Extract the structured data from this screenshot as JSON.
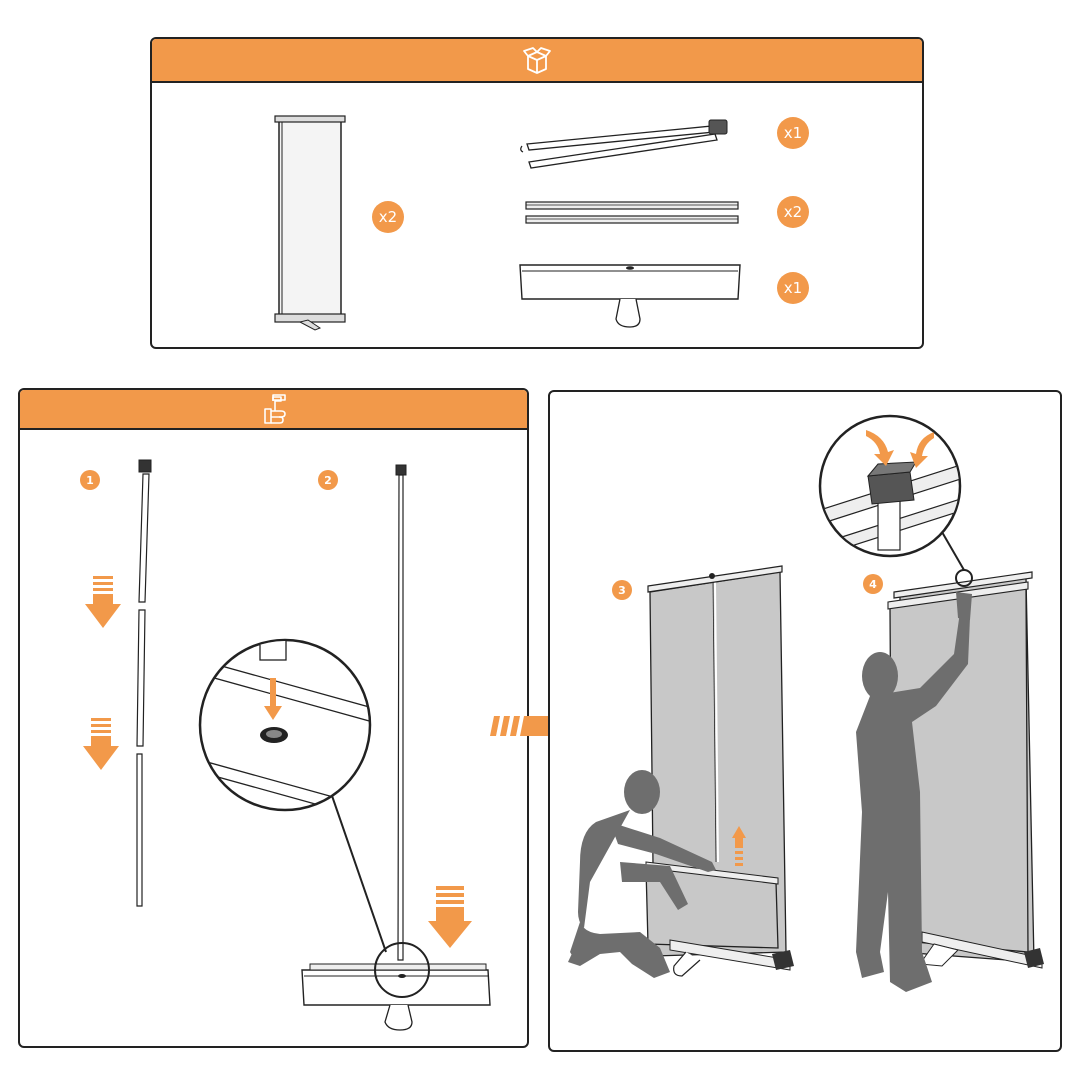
{
  "colors": {
    "accent": "#f2994a",
    "outline": "#222222",
    "banner_fill": "#c8c8c8",
    "figure_fill": "#6e6e6e"
  },
  "package_contents": {
    "header_icon": "box-icon",
    "items": [
      {
        "name": "banner-stand",
        "qty": "x2"
      },
      {
        "name": "folding-pole",
        "qty": "x1"
      },
      {
        "name": "rails",
        "qty": "x2"
      },
      {
        "name": "base",
        "qty": "x1"
      }
    ]
  },
  "assembly": {
    "header_icon": "hand-tool-icon",
    "steps": [
      "1",
      "2"
    ]
  },
  "setup": {
    "steps": [
      "3",
      "4"
    ]
  },
  "flow_icon": "right-arrow-icon"
}
